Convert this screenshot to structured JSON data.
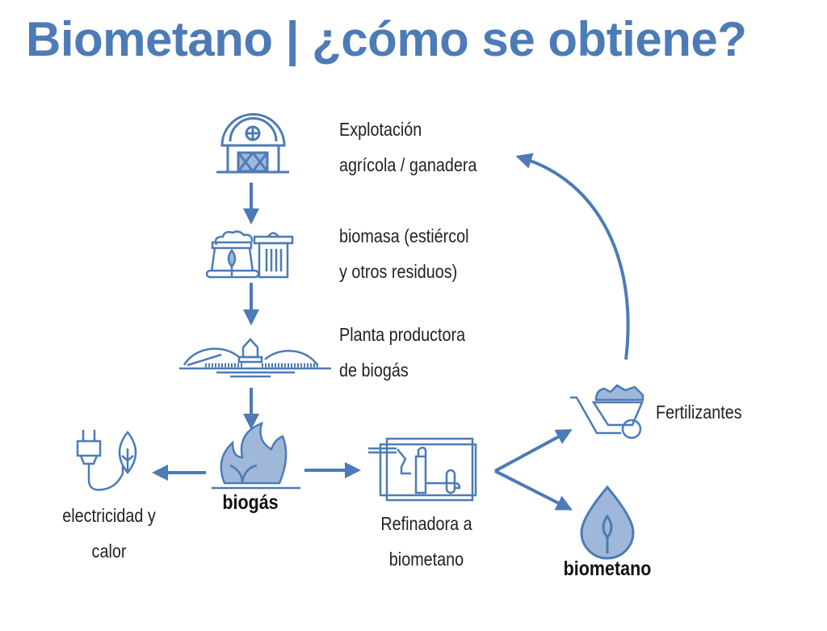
{
  "title": "Biometano | ¿cómo se obtiene?",
  "accent_color": "#4c7bb6",
  "steps": {
    "farm": {
      "line1": "Explotación",
      "line2": "agrícola / ganadera",
      "icon": "barn-icon"
    },
    "biomass": {
      "line1": "biomasa (estiércol",
      "line2": "y otros residuos)",
      "icon": "biomass-bins-icon"
    },
    "plant": {
      "line1": "Planta productora",
      "line2": "de biogás",
      "icon": "biogas-plant-icon"
    },
    "biogas": {
      "label": "biogás",
      "icon": "biogas-flame-icon"
    },
    "electricity": {
      "line1": "electricidad y",
      "line2": "calor",
      "icon": "plug-leaf-icon"
    },
    "refinery": {
      "line1": "Refinadora a",
      "line2": "biometano",
      "icon": "refinery-icon"
    },
    "fertilizers": {
      "label": "Fertilizantes",
      "icon": "wheelbarrow-icon"
    },
    "biomethane": {
      "label": "biometano",
      "icon": "drop-leaf-icon"
    }
  }
}
